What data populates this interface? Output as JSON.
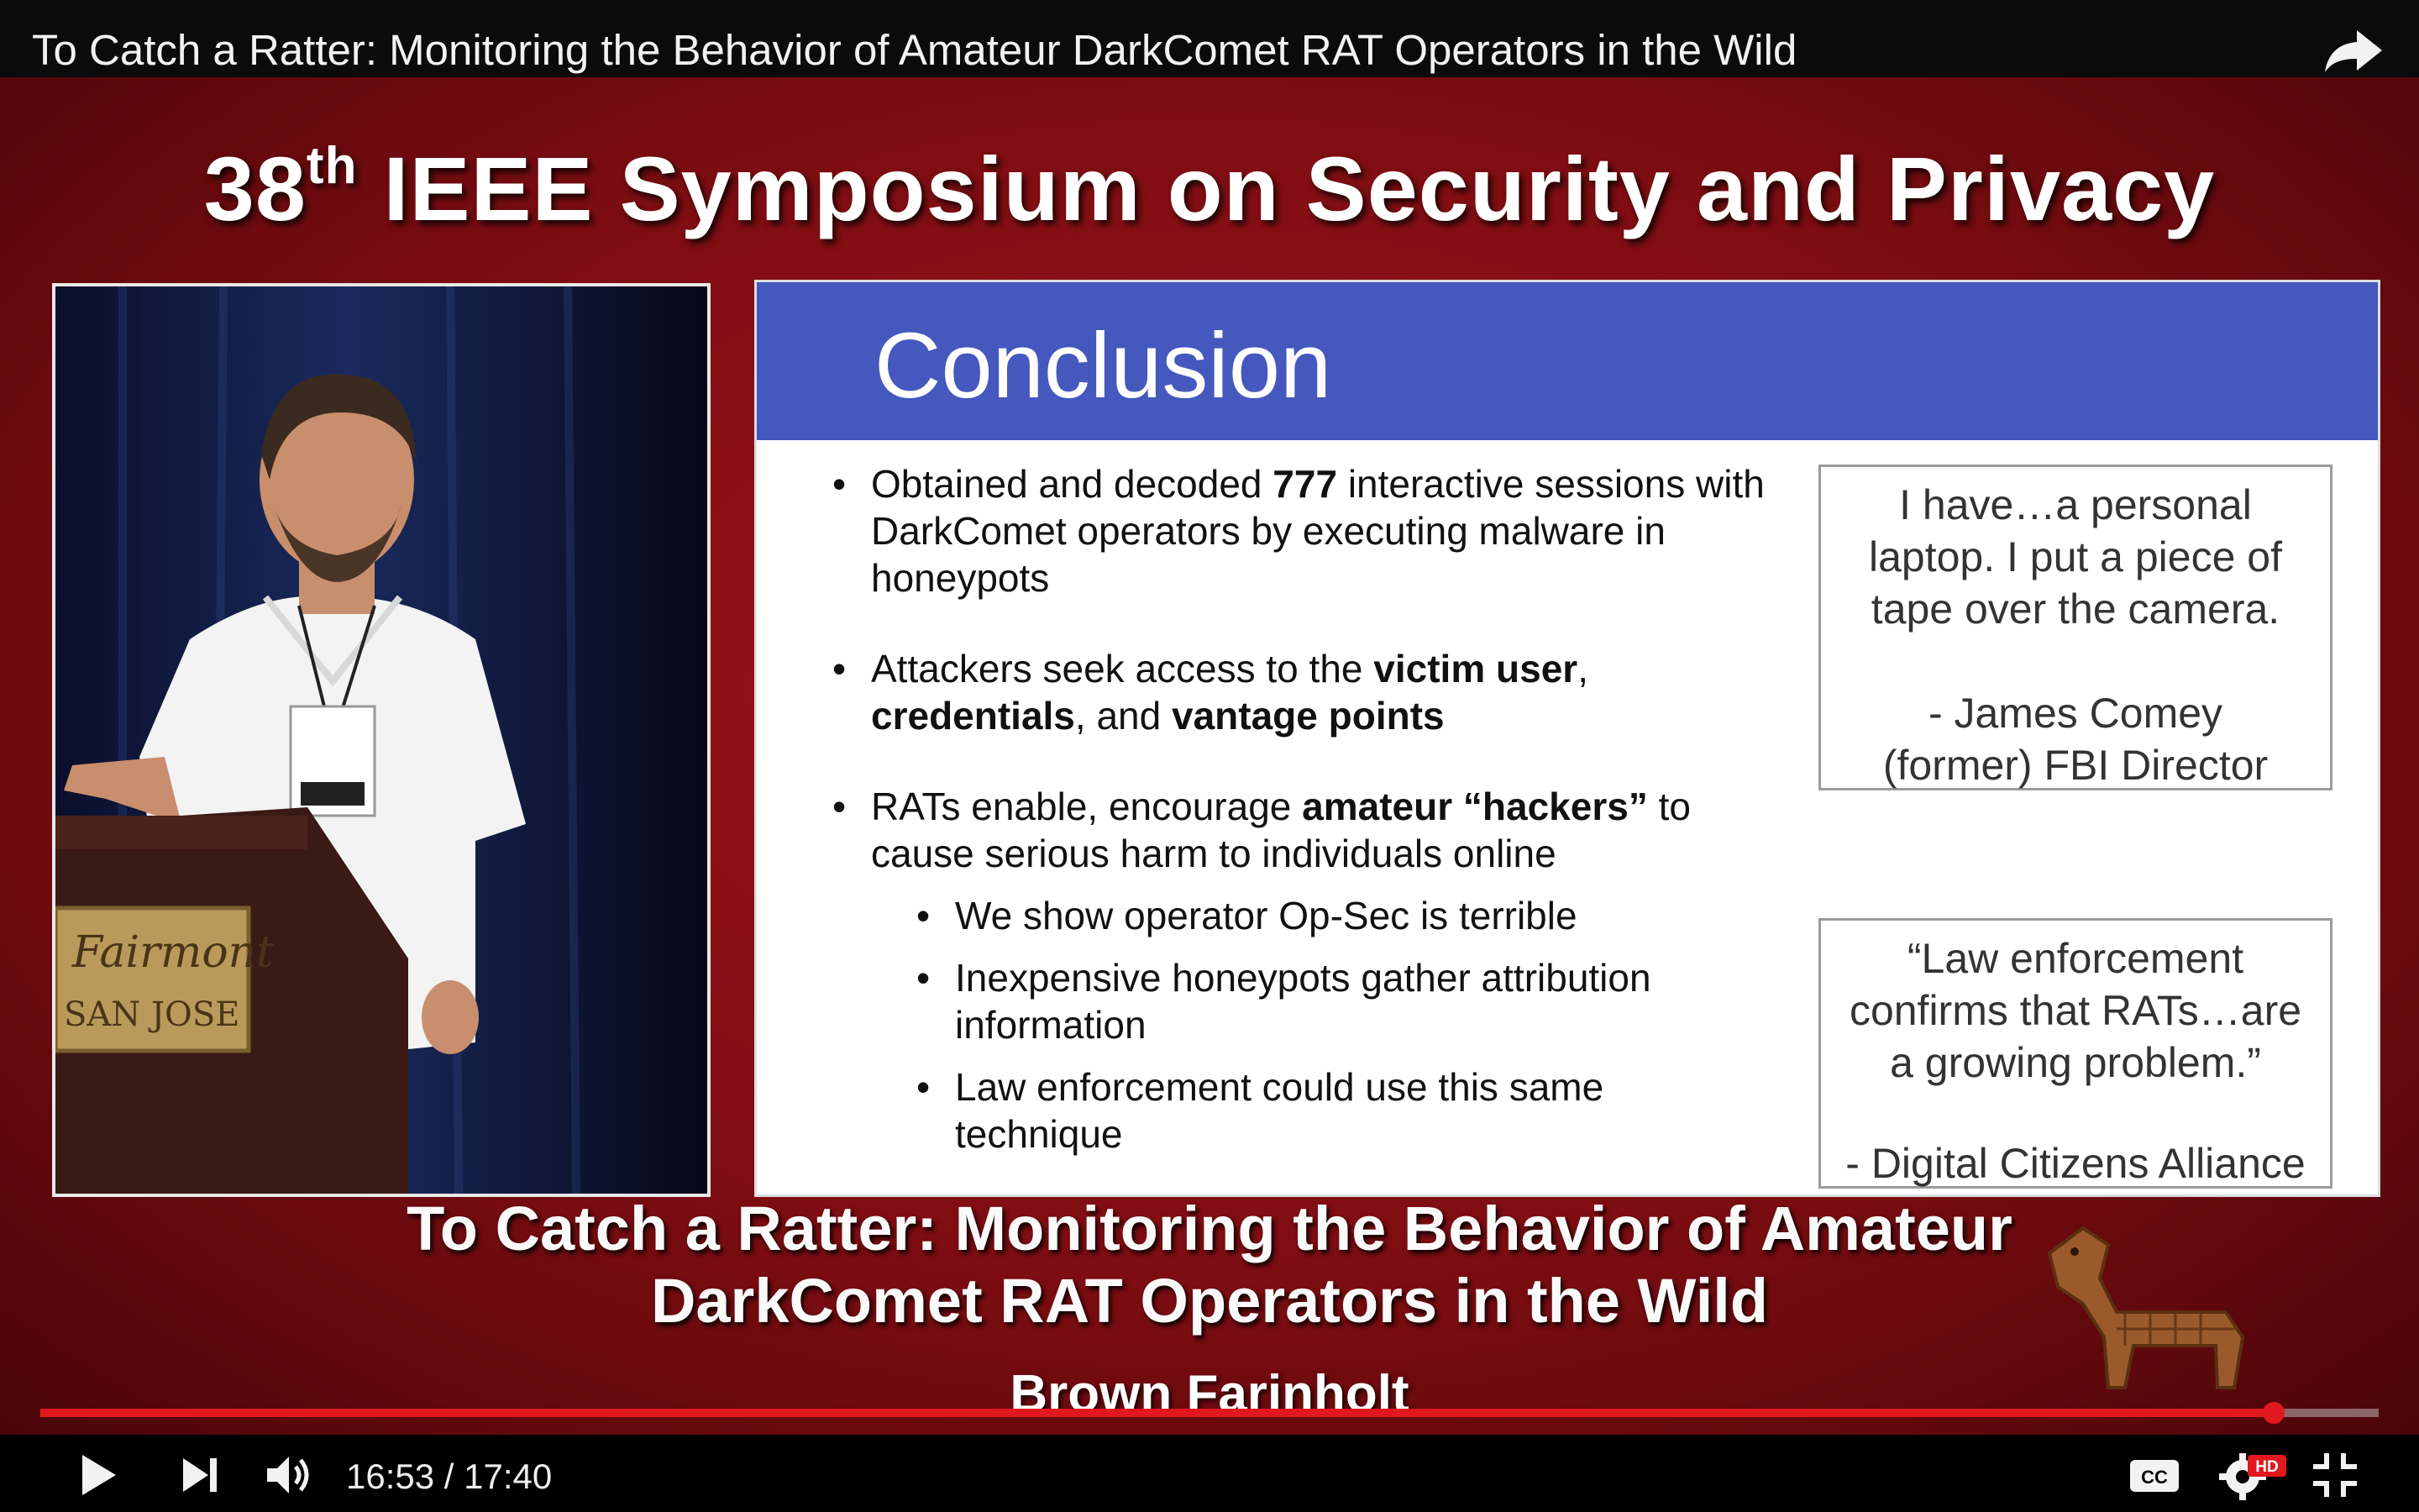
{
  "window": {
    "video_title": "To Catch a Ratter: Monitoring the Behavior of Amateur DarkComet RAT Operators in the Wild"
  },
  "video": {
    "symposium_num": "38",
    "symposium_sup": "th",
    "symposium_rest": " IEEE Symposium on Security and Privacy",
    "podium_text_1": "Fairmont",
    "podium_text_2": "SAN JOSE",
    "slide": {
      "title": "Conclusion",
      "bullet1": {
        "pre": "Obtained and decoded ",
        "bold": "777",
        "post": " interactive sessions with DarkComet operators by executing malware in honeypots"
      },
      "bullet2": {
        "pre": "Attackers seek access to the ",
        "bold1": "victim user",
        "mid1": ", ",
        "bold2": "credentials",
        "mid2": ", and ",
        "bold3": "vantage points"
      },
      "bullet3": {
        "pre": "RATs enable, encourage ",
        "bold": "amateur “hackers”",
        "post": " to cause serious harm to individuals online"
      },
      "sub_bullets": [
        "We show operator Op-Sec is terrible",
        "Inexpensive honeypots gather attribution information",
        "Law enforcement could use this same technique"
      ],
      "quote1": {
        "line1": "I have…a personal",
        "line2": "laptop. I put a piece of",
        "line3": "tape over the camera.",
        "attr1": "- James Comey",
        "attr2": "(former) FBI Director"
      },
      "quote2": {
        "line1": "“Law enforcement",
        "line2": "confirms that RATs…are",
        "line3": "a growing problem.”",
        "attr": "- Digital Citizens Alliance"
      }
    },
    "talk_title_line1": "To Catch a Ratter: Monitoring the Behavior of Amateur",
    "talk_title_line2": "DarkComet RAT Operators in the Wild",
    "presenter": "Brown Farinholt"
  },
  "player": {
    "current_time": "16:53",
    "separator": " / ",
    "duration": "17:40",
    "progress_fraction": 0.955,
    "accent_color": "#e1181f",
    "hd_badge": "HD",
    "cc_label": "CC",
    "icons": [
      "share-icon",
      "play-icon",
      "next-icon",
      "volume-icon",
      "captions-icon",
      "settings-icon",
      "exit-fullscreen-icon"
    ]
  }
}
